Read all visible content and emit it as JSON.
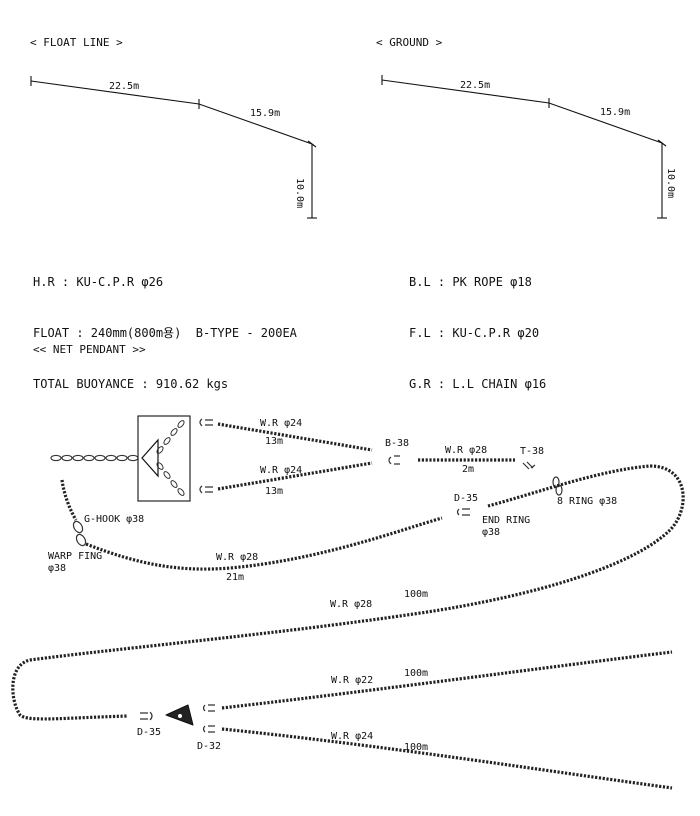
{
  "float_line": {
    "title": "< FLOAT LINE >",
    "seg1": "22.5m",
    "seg2": "15.9m",
    "seg3": "10.0m"
  },
  "ground": {
    "title": "< GROUND >",
    "seg1": "22.5m",
    "seg2": "15.9m",
    "seg3": "10.0m"
  },
  "specs_left": [
    "H.R : KU-C.P.R φ26",
    "FLOAT : 240mm(800m용)  B-TYPE - 200EA",
    "TOTAL BUOYANCE : 910.62 kgs"
  ],
  "specs_right": [
    "B.L : PK ROPE φ18",
    "F.L : KU-C.P.R φ20",
    "G.R : L.L CHAIN φ16"
  ],
  "net_pendant": {
    "title": "<< NET PENDANT >>",
    "labels": {
      "wr24_upper": "W.R φ24",
      "wr24_upper_len": "13m",
      "wr24_lower": "W.R φ24",
      "wr24_lower_len": "13m",
      "b38": "B-38",
      "wr28_short": "W.R φ28",
      "wr28_short_len": "2m",
      "t38": "T-38",
      "ring8": "8 RING φ38",
      "d35_top": "D-35",
      "end_ring": "END RING",
      "end_ring_size": "φ38",
      "ghook": "G-HOOK φ38",
      "warp_ring": "WARP FING",
      "warp_ring_size": "φ38",
      "wr28_21": "W.R φ28",
      "wr28_21_len": "21m",
      "wr28_100": "W.R φ28",
      "wr28_100_len": "100m",
      "wr22_100": "W.R φ22",
      "wr22_100_len": "100m",
      "wr24_100": "W.R φ24",
      "wr24_100_len": "100m",
      "d35_bottom": "D-35",
      "d32": "D-32"
    }
  }
}
